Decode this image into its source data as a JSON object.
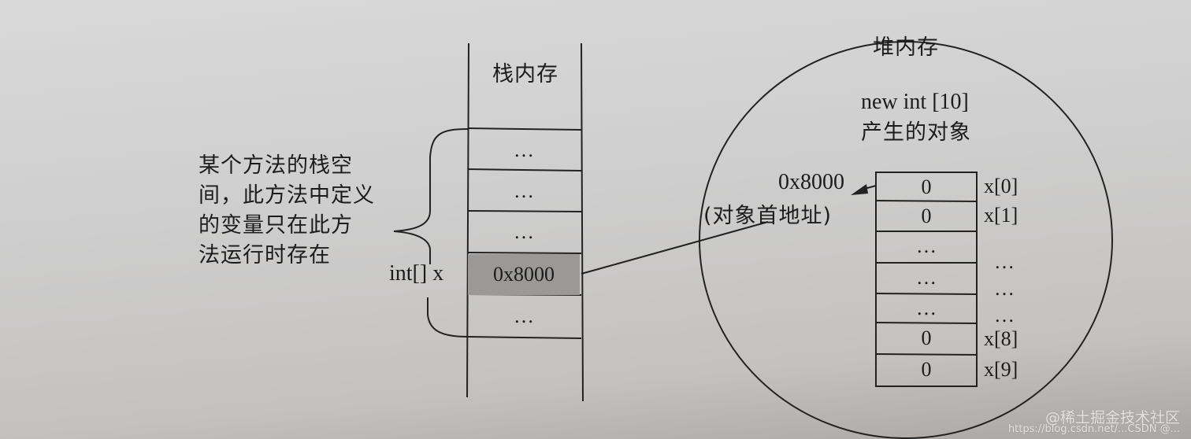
{
  "diagram": {
    "stack": {
      "title": "栈内存",
      "cells": [
        "…",
        "…",
        "…",
        "0x8000",
        "…"
      ],
      "highlighted_index": 3,
      "variable_label": "int[] x",
      "brace_annotation": [
        "某个方法的栈空",
        "间，此方法中定义",
        "的变量只在此方",
        "法运行时存在"
      ]
    },
    "heap": {
      "title": "堆内存",
      "object_label_line1": "new int [10]",
      "object_label_line2": "产生的对象",
      "address_label": "0x8000",
      "address_note": "(对象首地址)",
      "cells": [
        {
          "value": "0",
          "index": "x[0]"
        },
        {
          "value": "0",
          "index": "x[1]"
        },
        {
          "value": "…",
          "index": "…"
        },
        {
          "value": "…",
          "index": "…"
        },
        {
          "value": "…",
          "index": "…"
        },
        {
          "value": "0",
          "index": "x[8]"
        },
        {
          "value": "0",
          "index": "x[9]"
        }
      ]
    },
    "connector": "stack cell 0x8000 points to heap object first address"
  },
  "watermark": {
    "line1": "@稀土掘金技术社区",
    "line2": "https://blog.csdn.net/...CSDN @..."
  }
}
